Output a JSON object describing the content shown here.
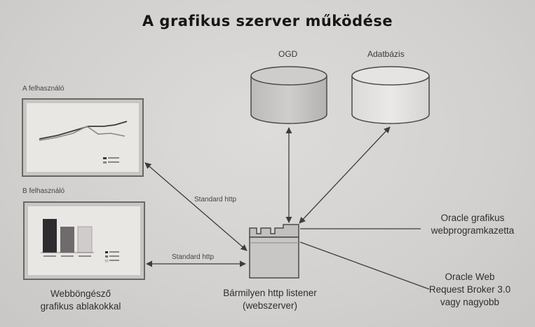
{
  "diagram": {
    "title": "A grafikus szerver működése",
    "db_left_label": "OGD",
    "db_right_label": "Adatbázis",
    "user_a_label": "A felhasználó",
    "user_b_label": "B felhasználó",
    "link_top_label": "Standard http",
    "link_bottom_label": "Standard http",
    "browser_caption_line1": "Webböngésző",
    "browser_caption_line2": "grafikus ablakokkal",
    "server_caption_line1": "Bármilyen http listener",
    "server_caption_line2": "(webszerver)",
    "cartridge_line1": "Oracle grafikus",
    "cartridge_line2": "webprogramkazetta",
    "broker_line1": "Oracle Web",
    "broker_line2": "Request Broker 3.0",
    "broker_line3": "vagy nagyobb"
  },
  "colors": {
    "line": "#3c3c3c",
    "panel_border": "#6a6866",
    "bar_dark": "#2f2c2f",
    "bar_mid": "#6f6b6c",
    "bar_light": "#cfcccb"
  }
}
